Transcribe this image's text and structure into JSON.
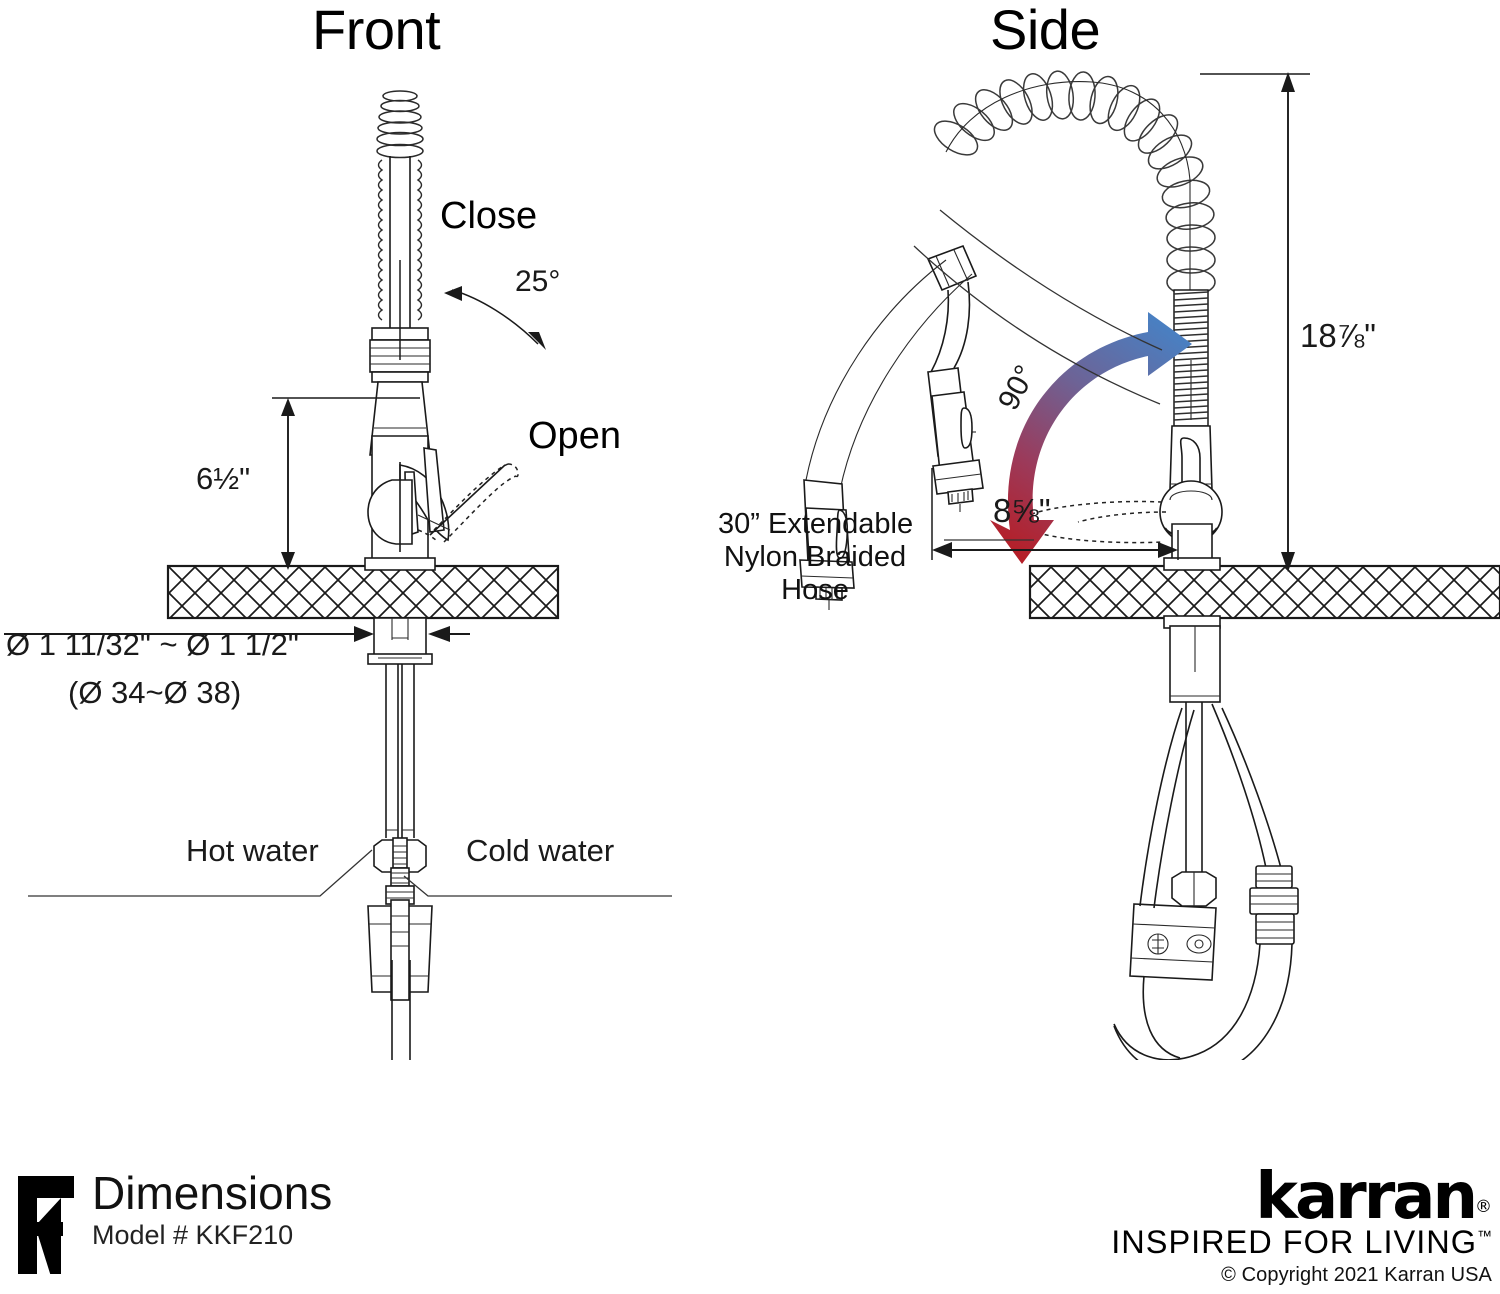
{
  "views": {
    "front": {
      "title": "Front"
    },
    "side": {
      "title": "Side"
    }
  },
  "front_labels": {
    "close": "Close",
    "open": "Open",
    "angle": "25°",
    "height_above_deck": "6½\"",
    "hole_diameter_in": "Ø 1 11/32\" ~ Ø 1 1/2\"",
    "hole_diameter_mm": "(Ø 34~Ø 38)",
    "hot_water": "Hot water",
    "cold_water": "Cold water"
  },
  "side_labels": {
    "hose_note": [
      "30” Extendable",
      "Nylon Braided",
      "Hose"
    ],
    "reach": "8⅝\"",
    "total_height": "18⅞\"",
    "swivel_angle": "90°"
  },
  "footer": {
    "title": "Dimensions",
    "subtitle": "Model # KKF210",
    "brand": "karran",
    "brand_registered": "®",
    "tagline": "INSPIRED FOR LIVING",
    "tagline_tm": "™",
    "copyright": "© Copyright 2021 Karran USA"
  },
  "colors": {
    "line": "#1a1a1a",
    "arrow_hot": "#b51f28",
    "arrow_cold": "#4a7fc1",
    "background": "#ffffff"
  }
}
